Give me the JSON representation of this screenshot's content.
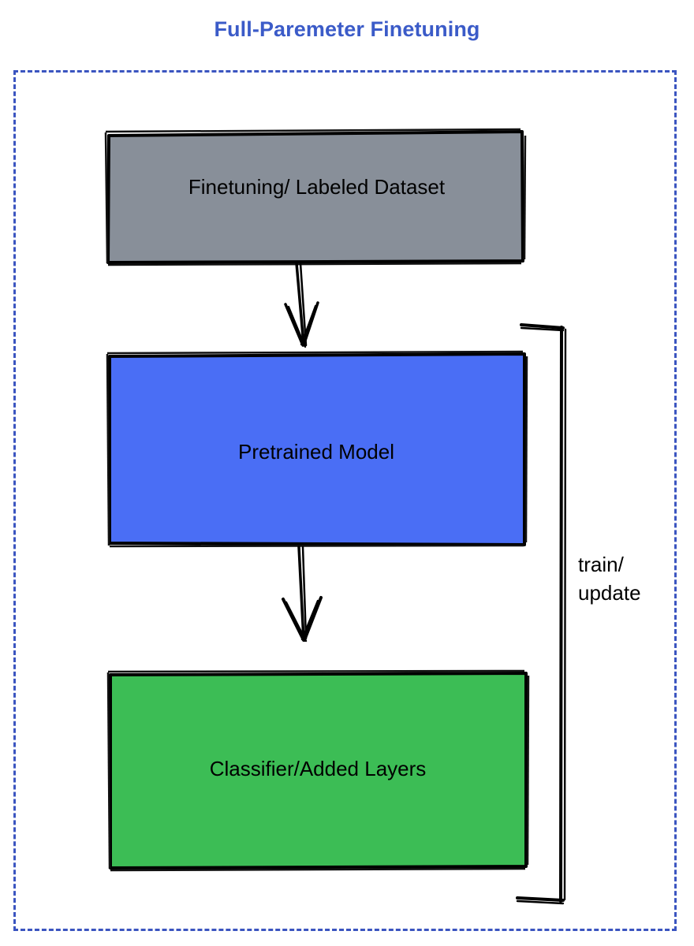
{
  "diagram": {
    "title": "Full-Paremeter Finetuning",
    "title_color": "#3b5bc8",
    "background_color": "#ffffff",
    "frame": {
      "style": "dashed",
      "color": "#3b55c0"
    },
    "nodes": [
      {
        "id": "dataset",
        "label": "Finetuning/ Labeled Dataset",
        "fill": "#888f99",
        "stroke": "#000000",
        "text_color": "#000000",
        "shape": "rectangle"
      },
      {
        "id": "pretrained",
        "label": "Pretrained Model",
        "fill": "#4a6ef5",
        "stroke": "#000000",
        "text_color": "#000000",
        "shape": "rectangle"
      },
      {
        "id": "classifier",
        "label": "Classifier/Added Layers",
        "fill": "#3cbd55",
        "stroke": "#000000",
        "text_color": "#000000",
        "shape": "rectangle"
      }
    ],
    "edges": [
      {
        "id": "dataset-to-pretrained",
        "from": "dataset",
        "to": "pretrained",
        "label": "",
        "arrow": true
      },
      {
        "id": "pretrained-to-classifier",
        "from": "pretrained",
        "to": "classifier",
        "label": "",
        "arrow": true
      },
      {
        "id": "feedback-loop",
        "from": "classifier",
        "to": "pretrained",
        "label_line1": "train/",
        "label_line2": "update",
        "arrow": false
      }
    ]
  }
}
